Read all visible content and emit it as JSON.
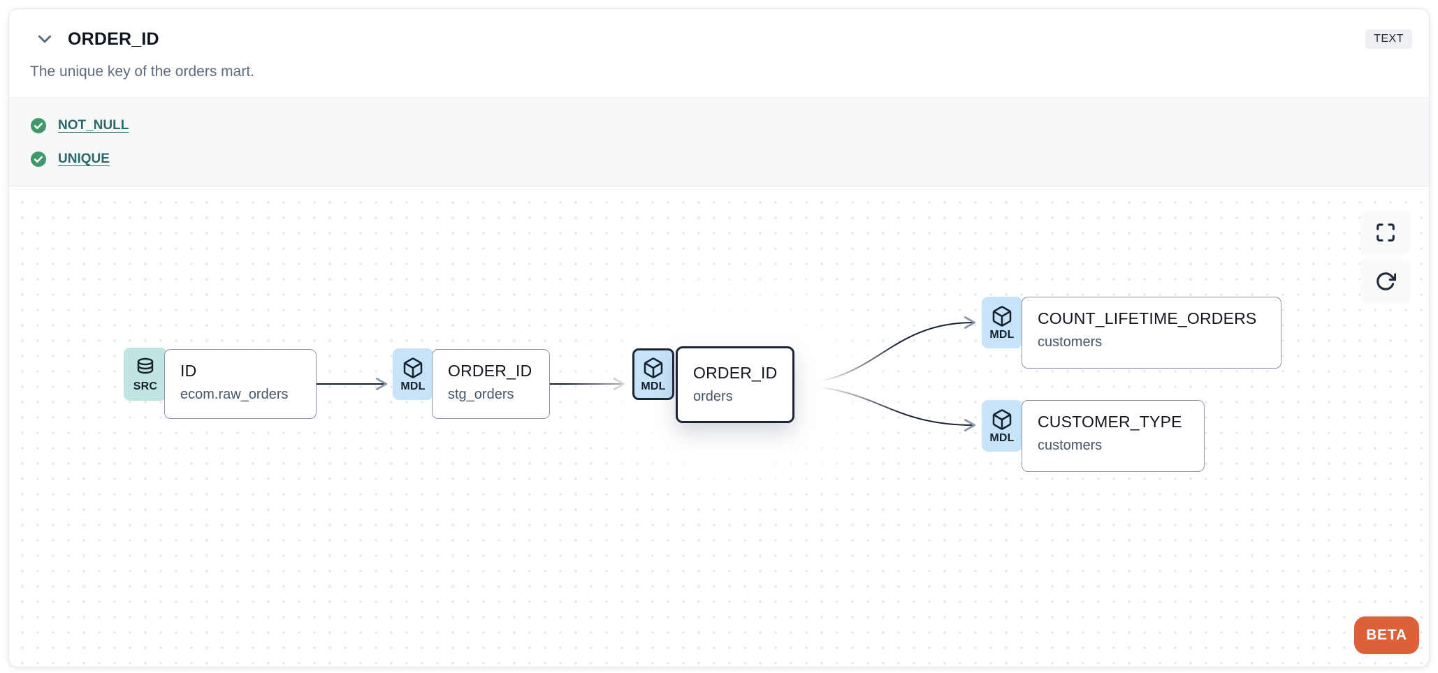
{
  "header": {
    "title": "ORDER_ID",
    "type_badge": "TEXT",
    "description": "The unique key of the orders mart."
  },
  "tests": [
    {
      "label": "NOT_NULL",
      "status": "pass",
      "icon": "check-circle-icon"
    },
    {
      "label": "UNIQUE",
      "status": "pass",
      "icon": "check-circle-icon"
    }
  ],
  "lineage": {
    "nodes": [
      {
        "badge": "SRC",
        "icon": "database-icon",
        "title": "ID",
        "subtitle": "ecom.raw_orders",
        "selected": false
      },
      {
        "badge": "MDL",
        "icon": "cube-icon",
        "title": "ORDER_ID",
        "subtitle": "stg_orders",
        "selected": false
      },
      {
        "badge": "MDL",
        "icon": "cube-icon",
        "title": "ORDER_ID",
        "subtitle": "orders",
        "selected": true
      },
      {
        "badge": "MDL",
        "icon": "cube-icon",
        "title": "COUNT_LIFETIME_ORDERS",
        "subtitle": "customers",
        "selected": false
      },
      {
        "badge": "MDL",
        "icon": "cube-icon",
        "title": "CUSTOMER_TYPE",
        "subtitle": "customers",
        "selected": false
      }
    ],
    "edges": [
      {
        "source": 0,
        "target": 1
      },
      {
        "source": 1,
        "target": 2
      },
      {
        "source": 2,
        "target": 3
      },
      {
        "source": 2,
        "target": 4
      }
    ],
    "controls": [
      {
        "name": "fullscreen"
      },
      {
        "name": "refresh"
      }
    ],
    "beta_label": "BETA"
  },
  "colors": {
    "accent_orange": "#DC6038",
    "test_pass_green": "#41996B",
    "link_teal": "#2A6767",
    "src_badge_bg": "#C2E4E0",
    "mdl_badge_bg": "#C6E3F8",
    "selected_border": "#1B2534",
    "edge": "#17202E",
    "type_badge_bg": "#EEF0F4"
  }
}
